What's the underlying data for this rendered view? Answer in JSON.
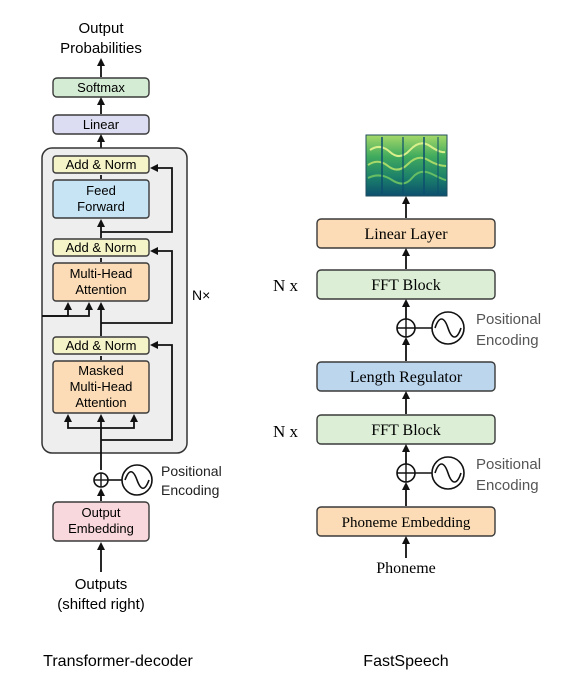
{
  "colors": {
    "softmax": "#d4ecd4",
    "linear": "#dcdcf2",
    "add_norm": "#f4f4c8",
    "feed_forward": "#c6e4f4",
    "attention": "#fbdcb6",
    "embedding": "#f8d8dc",
    "decoder_frame": "#eeeeee",
    "fft_block": "#dcefd6",
    "linear_layer": "#fbdcb6",
    "length_regulator": "#bcd6ee",
    "phoneme_embedding": "#fbdcb6"
  },
  "transformer_decoder": {
    "caption": "Transformer-decoder",
    "output_label_line1": "Output",
    "output_label_line2": "Probabilities",
    "softmax": "Softmax",
    "linear": "Linear",
    "add_norm_top": "Add & Norm",
    "feed_forward_line1": "Feed",
    "feed_forward_line2": "Forward",
    "add_norm_middle": "Add & Norm",
    "mha_line1": "Multi-Head",
    "mha_line2": "Attention",
    "nx": "N×",
    "add_norm_bottom": "Add & Norm",
    "masked_line1": "Masked",
    "masked_line2": "Multi-Head",
    "masked_line3": "Attention",
    "positional_line1": "Positional",
    "positional_line2": "Encoding",
    "embedding_line1": "Output",
    "embedding_line2": "Embedding",
    "input_line1": "Outputs",
    "input_line2": "(shifted right)"
  },
  "fastspeech": {
    "caption": "FastSpeech",
    "mel_spectrogram_icon": "mel-spectrogram",
    "linear_layer": "Linear Layer",
    "nx_top": "N x",
    "fft_block_top": "FFT Block",
    "positional_top_line1": "Positional",
    "positional_top_line2": "Encoding",
    "length_regulator": "Length Regulator",
    "nx_bottom": "N x",
    "fft_block_bottom": "FFT Block",
    "positional_bottom_line1": "Positional",
    "positional_bottom_line2": "Encoding",
    "phoneme_embedding": "Phoneme Embedding",
    "input": "Phoneme"
  }
}
